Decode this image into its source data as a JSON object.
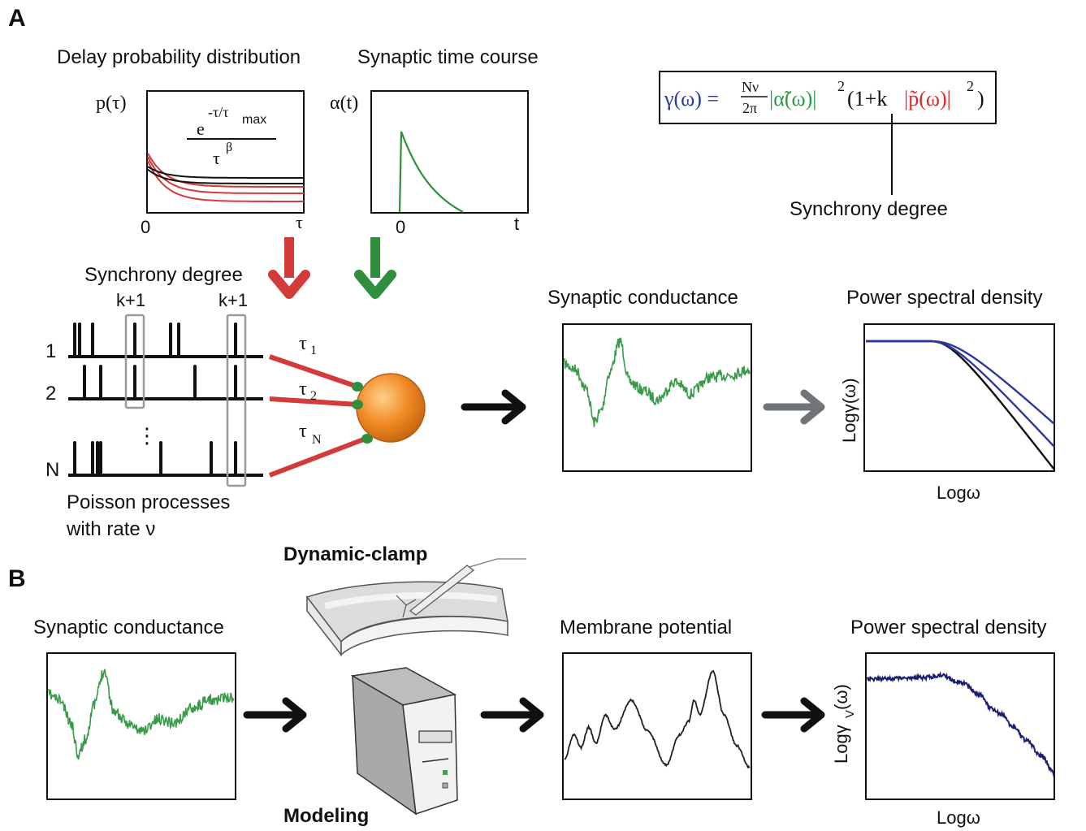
{
  "panelA": {
    "letter": "A",
    "delay": {
      "title": "Delay probability distribution",
      "ylabel": "p(τ)",
      "x0": "0",
      "xend": "τ",
      "formula_num_base": "e",
      "formula_num_exp": "-τ/τ",
      "formula_num_sub": "max",
      "formula_den_base": "τ",
      "formula_den_exp": "β"
    },
    "synaptic_time": {
      "title": "Synaptic time course",
      "ylabel": "α(t)",
      "x0": "0",
      "xend": "t"
    },
    "equation": {
      "lhs": "γ(ω) =",
      "frac_num": "Nν",
      "frac_den": "2π",
      "alpha_term": "|α̃(ω)|",
      "exp2a": "2",
      "paren_open": "(1+k",
      "p_term": "|p̃(ω)|",
      "exp2b": "2",
      "paren_close": ")",
      "colors": {
        "lhs": "#2b3a9a",
        "alpha": "#2e9a46",
        "p": "#e0262b",
        "black": "#111111"
      },
      "annotation": "Synchrony degree"
    },
    "raster": {
      "sync_label": "Synchrony degree",
      "k_label_1": "k+1",
      "k_label_2": "k+1",
      "row_labels": [
        "1",
        "2",
        "N"
      ],
      "dots": "⋮",
      "caption_line1": "Poisson processes",
      "caption_line2": "with rate ν",
      "delays": [
        {
          "base": "τ",
          "sub": "1"
        },
        {
          "base": "τ",
          "sub": "2"
        },
        {
          "base": "τ",
          "sub": "N"
        }
      ]
    },
    "conductance": {
      "title": "Synaptic conductance"
    },
    "psd": {
      "title": "Power spectral density",
      "ylabel": "Logγ(ω)",
      "xlabel": "Logω"
    }
  },
  "panelB": {
    "letter": "B",
    "conductance": {
      "title": "Synaptic conductance"
    },
    "dynamic_clamp": "Dynamic-clamp",
    "modeling": "Modeling",
    "membrane": {
      "title": "Membrane potential"
    },
    "psd": {
      "title": "Power spectral density",
      "ylabel_base": "Logγ",
      "ylabel_sub": "V",
      "ylabel_tail": "(ω)",
      "xlabel": "Logω"
    }
  },
  "colors": {
    "red": "#d33a3a",
    "green": "#2f8f3a",
    "trace_green": "#3a9a4a",
    "blue": "#2b3a9a",
    "navy": "#1b1f6e",
    "orange": "#f08a24",
    "dark": "#111111"
  }
}
